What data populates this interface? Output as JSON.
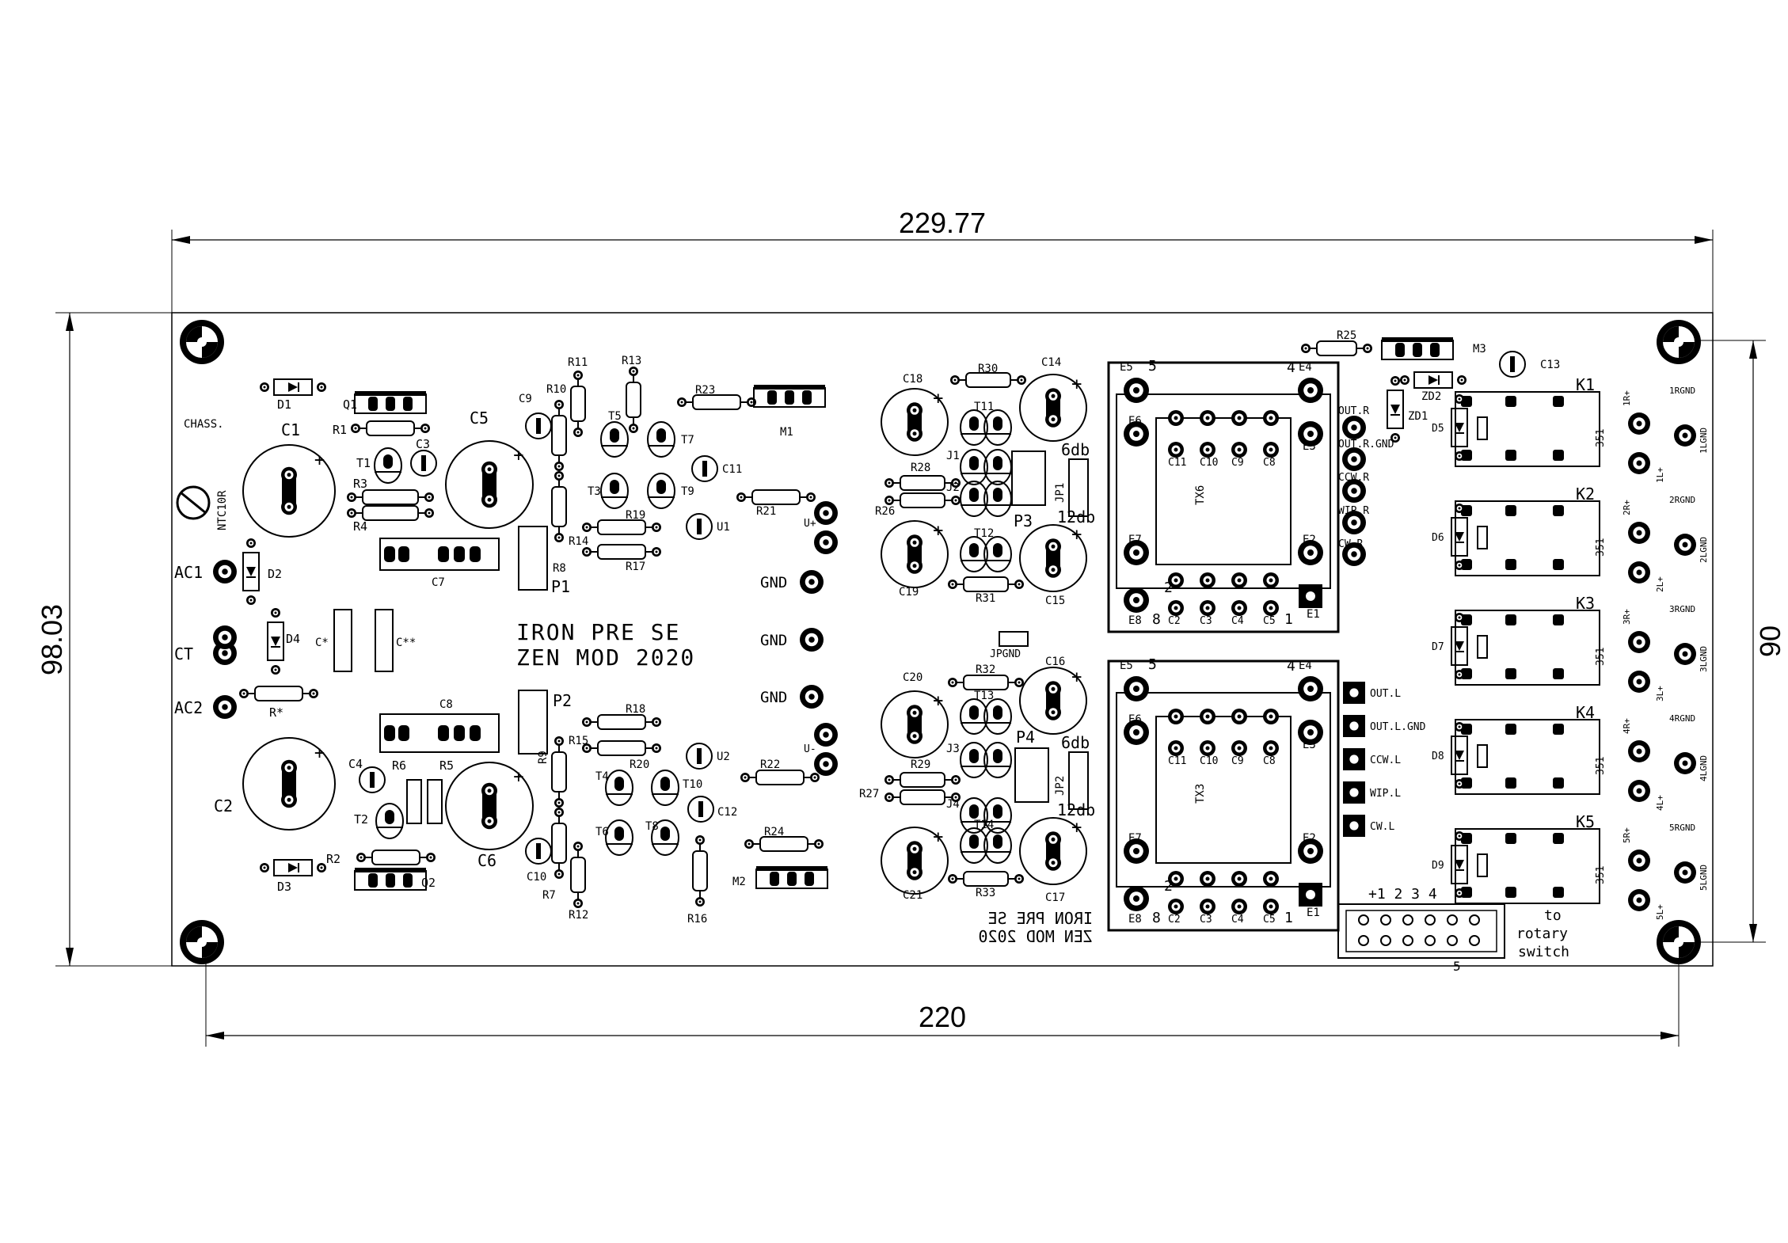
{
  "dimensions": {
    "top_width": "229.77",
    "bottom_width": "220",
    "left_height": "98.03",
    "right_height": "90"
  },
  "board": {
    "title_line1": "IRON PRE SE",
    "title_line2": "ZEN MOD 2020",
    "mirror_line1": "IRON PRE SE",
    "mirror_line2": "ZEN MOD 2020",
    "connector_note_1": "to",
    "connector_note_2": "rotary",
    "connector_note_3": "switch",
    "connector_pins": "+1 2 3 4",
    "connector_pin5": "5",
    "power_labels": [
      "AC1",
      "CT",
      "AC2"
    ],
    "gnd_labels": [
      "GND",
      "GND",
      "GND"
    ],
    "rail_labels": [
      "U+",
      "U-"
    ],
    "misc_labels": [
      "CHASS.",
      "NTC10R",
      "JPGND",
      "6db",
      "12db",
      "6db",
      "12db",
      "351",
      "351",
      "351",
      "351",
      "351"
    ],
    "out_right": [
      "OUT.R",
      "OUT.R.GND",
      "CCW.R",
      "WIP.R",
      "CW.R"
    ],
    "out_left": [
      "OUT.L",
      "OUT.L.GND",
      "CCW.L",
      "WIP.L",
      "CW.L"
    ],
    "relays": [
      "K1",
      "K2",
      "K3",
      "K4",
      "K5"
    ],
    "relay_pads_r": [
      "1R+",
      "2R+",
      "3R+",
      "4R+",
      "5R+"
    ],
    "relay_pads_rg": [
      "1RGND",
      "2RGND",
      "3RGND",
      "4RGND",
      "5RGND"
    ],
    "relay_pads_lg": [
      "1LGND",
      "2LGND",
      "3LGND",
      "4LGND",
      "5LGND"
    ],
    "relay_pads_l": [
      "1L+",
      "2L+",
      "3L+",
      "4L+",
      "5L+"
    ],
    "relay_diodes": [
      "D5",
      "D6",
      "D7",
      "D8",
      "D9"
    ],
    "transformers": [
      "TX6",
      "TX3"
    ],
    "caps": [
      "C1",
      "C2",
      "C5",
      "C6",
      "C3",
      "C4",
      "C7",
      "C8",
      "C9",
      "C10",
      "C11",
      "C12",
      "C13",
      "C14",
      "C15",
      "C16",
      "C17",
      "C18",
      "C19",
      "C20",
      "C21",
      "C*",
      "C**"
    ],
    "resistors": [
      "R1",
      "R2",
      "R3",
      "R4",
      "R5",
      "R6",
      "R7",
      "R8",
      "R9",
      "R10",
      "R11",
      "R12",
      "R13",
      "R14",
      "R15",
      "R16",
      "R17",
      "R18",
      "R19",
      "R20",
      "R21",
      "R22",
      "R23",
      "R24",
      "R25",
      "R26",
      "R27",
      "R28",
      "R29",
      "R30",
      "R31",
      "R32",
      "R33",
      "R*"
    ],
    "semis": [
      "D1",
      "D2",
      "D3",
      "D4",
      "ZD1",
      "ZD2",
      "Q1",
      "Q2",
      "T1",
      "T2",
      "T3",
      "T4",
      "T5",
      "T6",
      "T7",
      "T8",
      "T9",
      "T10",
      "T11",
      "T12",
      "T13",
      "T14",
      "U1",
      "U2",
      "M1",
      "M2",
      "M3",
      "J1",
      "J2",
      "J3",
      "J4",
      "P1",
      "P2",
      "P3",
      "P4",
      "JP1",
      "JP2"
    ],
    "tx_pads_top": [
      "E5",
      "E4",
      "E6",
      "E3",
      "E7",
      "E2",
      "E8",
      "E1"
    ],
    "tx_inner": [
      "C11",
      "C10",
      "C9",
      "C8",
      "C2",
      "C3",
      "C4",
      "C5"
    ],
    "tx_numbers": [
      "5",
      "4",
      "2",
      "1",
      "8"
    ]
  }
}
